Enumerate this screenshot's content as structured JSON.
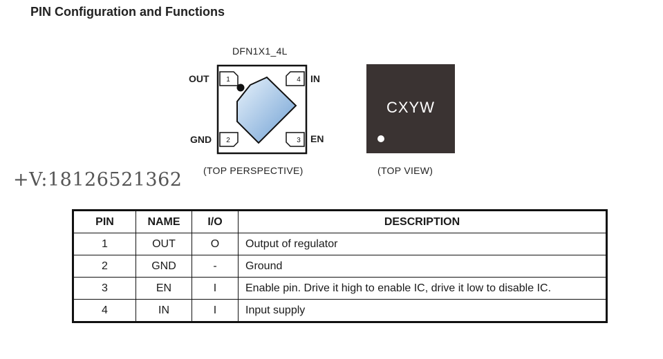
{
  "section_title": "PIN Configuration and Functions",
  "package_name": "DFN1X1_4L",
  "pins_diagram": {
    "top_left": {
      "label": "OUT",
      "number": "1"
    },
    "top_right": {
      "label": "IN",
      "number": "4"
    },
    "bottom_left": {
      "label": "GND",
      "number": "2"
    },
    "bottom_right": {
      "label": "EN",
      "number": "3"
    }
  },
  "perspective_caption": "(TOP PERSPECTIVE)",
  "top_view": {
    "marking": "CXYW",
    "caption": "(TOP VIEW)",
    "body_color": "#3a3332"
  },
  "contact_text": "+V:18126521362",
  "table": {
    "headers": [
      "PIN",
      "NAME",
      "I/O",
      "DESCRIPTION"
    ],
    "rows": [
      {
        "pin": "1",
        "name": "OUT",
        "io": "O",
        "description": "Output of regulator"
      },
      {
        "pin": "2",
        "name": "GND",
        "io": "-",
        "description": "Ground"
      },
      {
        "pin": "3",
        "name": "EN",
        "io": "I",
        "description": "Enable pin. Drive it high to enable IC, drive it low to disable IC."
      },
      {
        "pin": "4",
        "name": "IN",
        "io": "I",
        "description": "Input supply"
      }
    ]
  }
}
